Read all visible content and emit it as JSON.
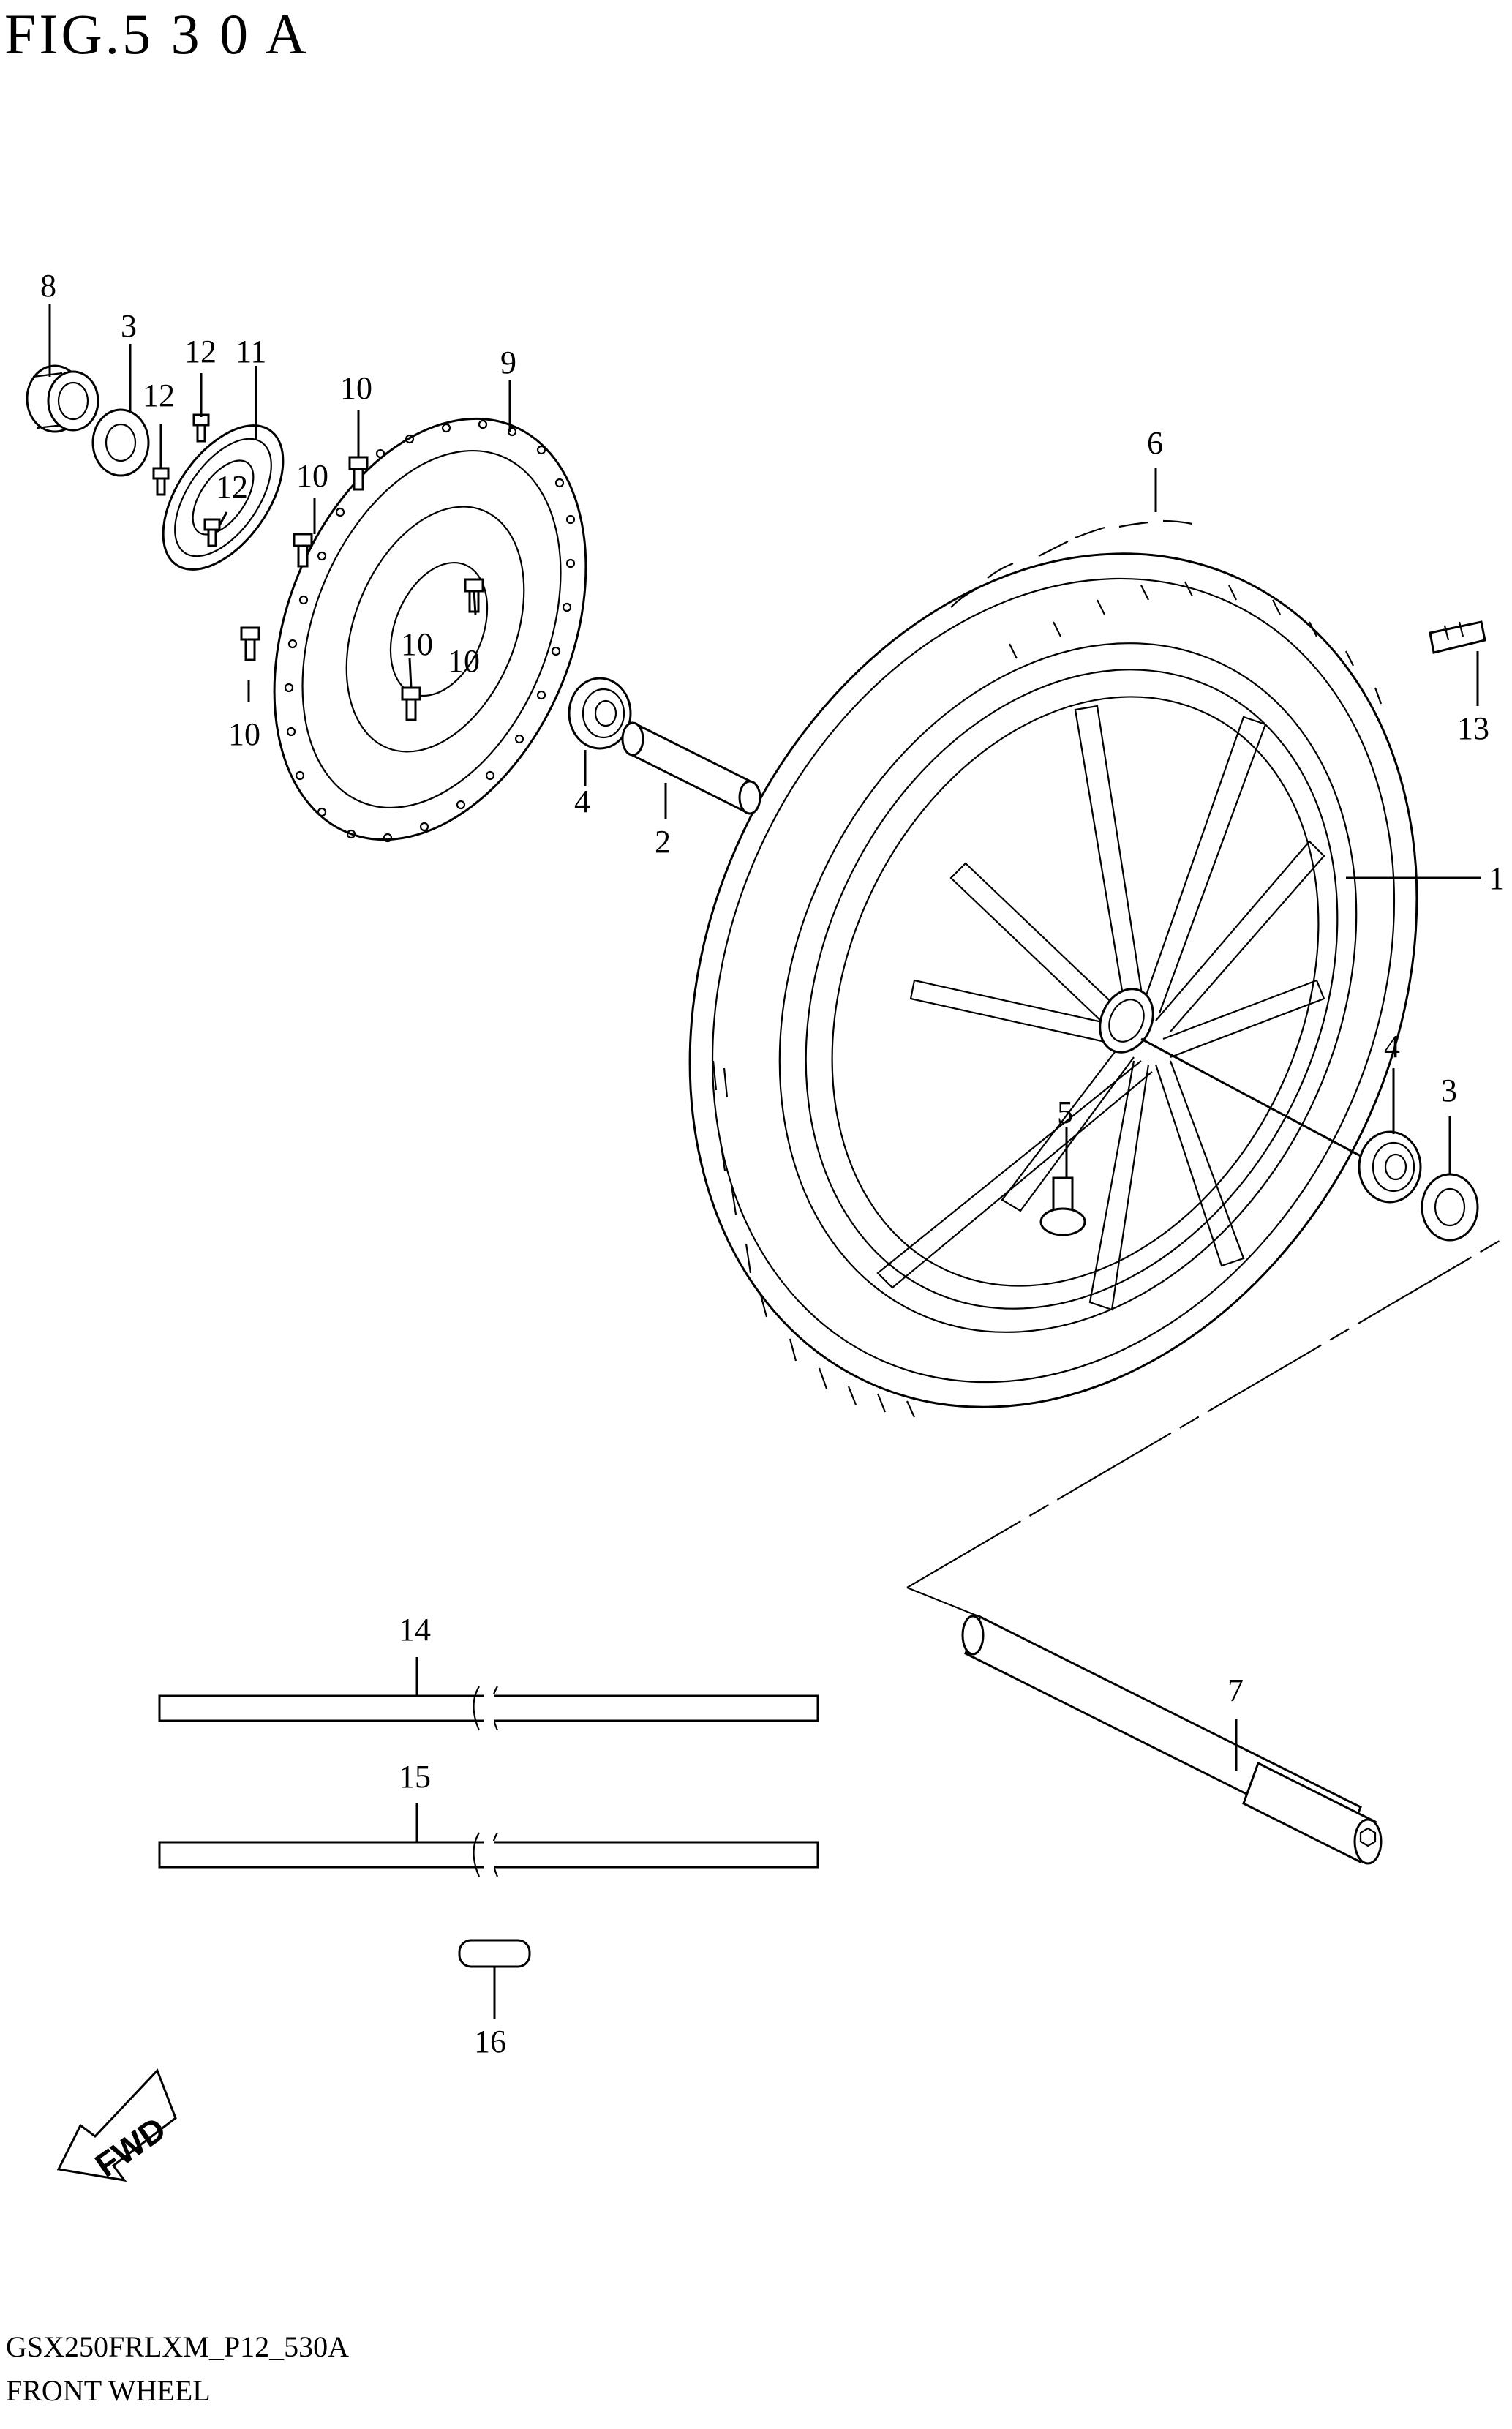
{
  "figure": {
    "title": "FIG.5 3 0 A"
  },
  "footer": {
    "model_code": "GSX250FRLXM_P12_530A",
    "section_name": "FRONT WHEEL"
  },
  "fwd_label": "FWD",
  "callouts": [
    {
      "id": "c8",
      "text": "8"
    },
    {
      "id": "c3a",
      "text": "3"
    },
    {
      "id": "c12a",
      "text": "12"
    },
    {
      "id": "c11",
      "text": "11"
    },
    {
      "id": "c12b",
      "text": "12"
    },
    {
      "id": "c12c",
      "text": "12"
    },
    {
      "id": "c10a",
      "text": "10"
    },
    {
      "id": "c9",
      "text": "9"
    },
    {
      "id": "c10b",
      "text": "10"
    },
    {
      "id": "c10c",
      "text": "10"
    },
    {
      "id": "c10d",
      "text": "10"
    },
    {
      "id": "c10e",
      "text": "10"
    },
    {
      "id": "c6",
      "text": "6"
    },
    {
      "id": "c13",
      "text": "13"
    },
    {
      "id": "c4a",
      "text": "4"
    },
    {
      "id": "c2",
      "text": "2"
    },
    {
      "id": "c1",
      "text": "1"
    },
    {
      "id": "c4b",
      "text": "4"
    },
    {
      "id": "c3b",
      "text": "3"
    },
    {
      "id": "c5",
      "text": "5"
    },
    {
      "id": "c14",
      "text": "14"
    },
    {
      "id": "c7",
      "text": "7"
    },
    {
      "id": "c15",
      "text": "15"
    },
    {
      "id": "c16",
      "text": "16"
    }
  ]
}
